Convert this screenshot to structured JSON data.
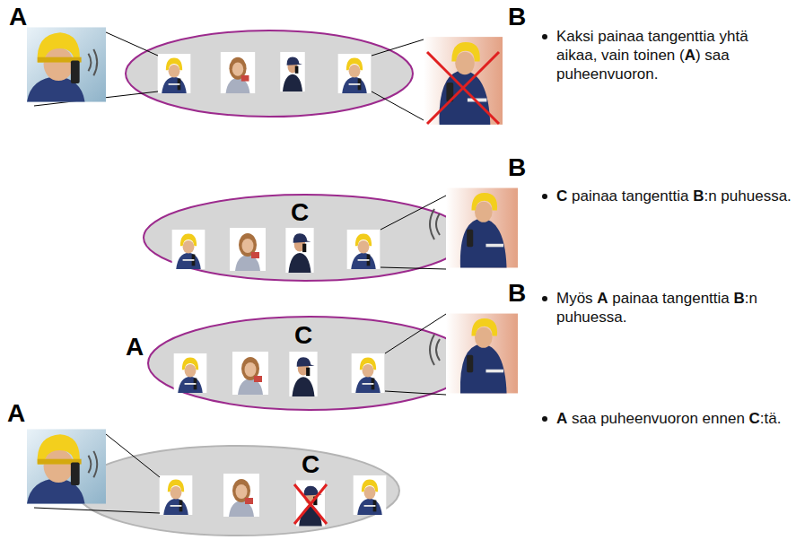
{
  "diagram": {
    "labels": [
      "A",
      "B",
      "Kaksi painaa tangenttia yhtä aikaa, vain toinen (A) saa puheenvuoron.",
      "B",
      "C",
      "C painaa tangenttia B:n puhuessa.",
      "B",
      "A",
      "C",
      "Myös A painaa tangenttia B:n puhuessa.",
      "A",
      "C",
      "A saa puheenvuoron ennen C:tä."
    ]
  }
}
